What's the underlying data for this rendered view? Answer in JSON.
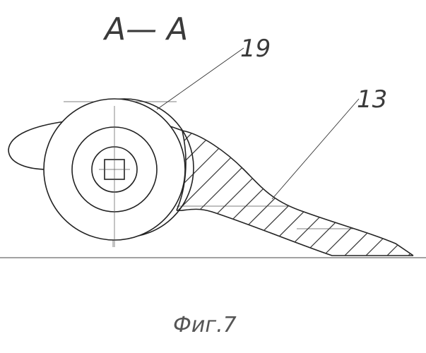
{
  "figure": {
    "section_label": "A— A",
    "callouts": [
      {
        "id": "19",
        "text": "19"
      },
      {
        "id": "13",
        "text": "13"
      }
    ],
    "caption": "Фиг.7"
  }
}
